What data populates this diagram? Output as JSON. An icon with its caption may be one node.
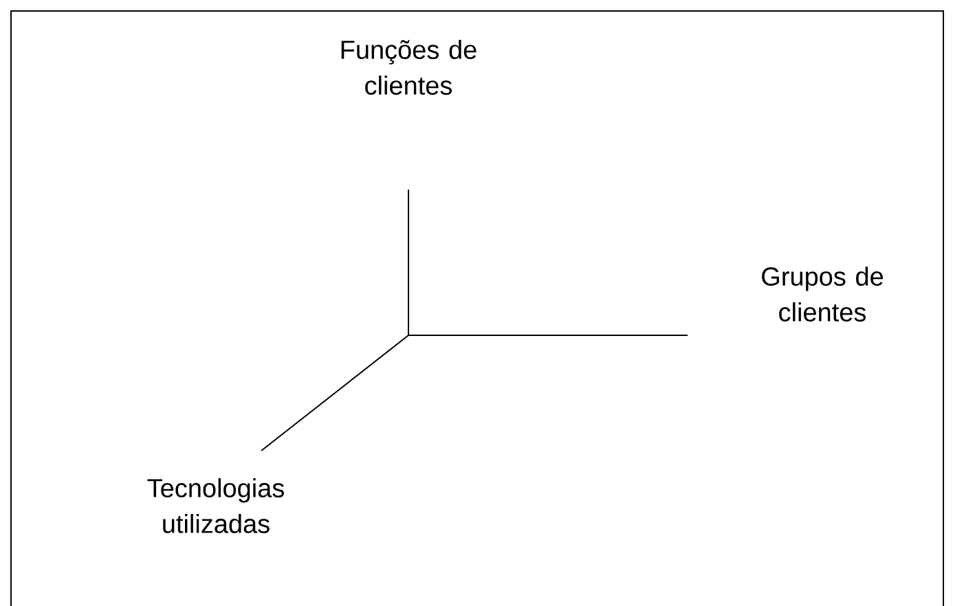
{
  "diagram": {
    "labels": [
      "Funções de clientes",
      "Grupos de clientes",
      "Tecnologias utilizadas"
    ]
  }
}
